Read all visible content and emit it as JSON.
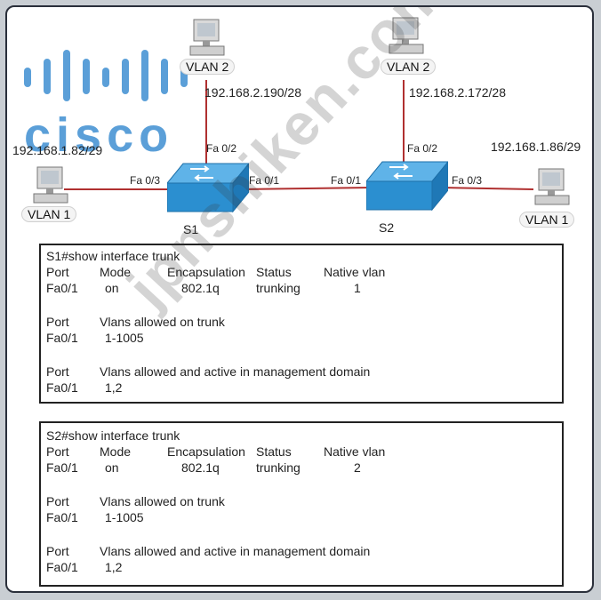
{
  "logo": {
    "text": "cisco",
    "color": "#3f8fd2"
  },
  "watermark": "jpnshiken.com",
  "topology": {
    "links_color": "#b03030",
    "hosts": [
      {
        "id": "pc-top-left",
        "vlan": "VLAN 2",
        "ip": "192.168.2.190/28"
      },
      {
        "id": "pc-top-right",
        "vlan": "VLAN 2",
        "ip": "192.168.2.172/28"
      },
      {
        "id": "pc-left",
        "vlan": "VLAN 1",
        "ip": "192.168.1.82/29"
      },
      {
        "id": "pc-right",
        "vlan": "VLAN 1",
        "ip": "192.168.1.86/29"
      }
    ],
    "switches": [
      {
        "name": "S1",
        "ports": [
          "Fa 0/2",
          "Fa 0/3",
          "Fa 0/1"
        ]
      },
      {
        "name": "S2",
        "ports": [
          "Fa 0/2",
          "Fa 0/1",
          "Fa 0/3"
        ]
      }
    ],
    "switch_color": "#2b8fd0"
  },
  "outputs": [
    {
      "command": "S1#show interface trunk",
      "header": [
        "Port",
        "Mode",
        "Encapsulation",
        "Status",
        "Native vlan"
      ],
      "row": [
        "Fa0/1",
        "on",
        "802.1q",
        "trunking",
        "1"
      ],
      "allowed_header": [
        "Port",
        "Vlans allowed on trunk"
      ],
      "allowed_row": [
        "Fa0/1",
        "1-1005"
      ],
      "active_header": [
        "Port",
        "Vlans allowed and active in management domain"
      ],
      "active_row": [
        "Fa0/1",
        "1,2"
      ]
    },
    {
      "command": "S2#show interface trunk",
      "header": [
        "Port",
        "Mode",
        "Encapsulation",
        "Status",
        "Native vlan"
      ],
      "row": [
        "Fa0/1",
        "on",
        "802.1q",
        "trunking",
        "2"
      ],
      "allowed_header": [
        "Port",
        "Vlans allowed on trunk"
      ],
      "allowed_row": [
        "Fa0/1",
        "1-1005"
      ],
      "active_header": [
        "Port",
        "Vlans allowed and active in management domain"
      ],
      "active_row": [
        "Fa0/1",
        "1,2"
      ]
    }
  ]
}
